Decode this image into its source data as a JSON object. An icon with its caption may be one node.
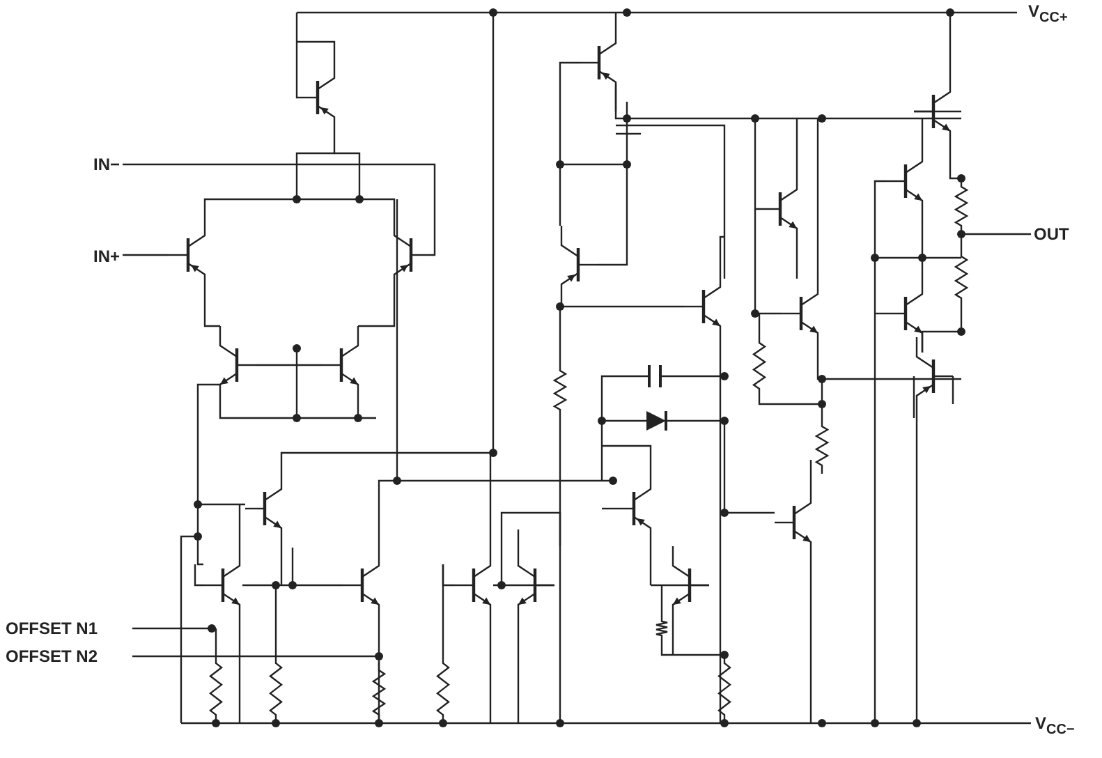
{
  "diagram": {
    "labels": [
      "V$_{CC+}$",
      "IN−",
      "IN+",
      "OUT",
      "OFFSET N1",
      "OFFSET N2",
      "V$_{CC−}$"
    ]
  }
}
